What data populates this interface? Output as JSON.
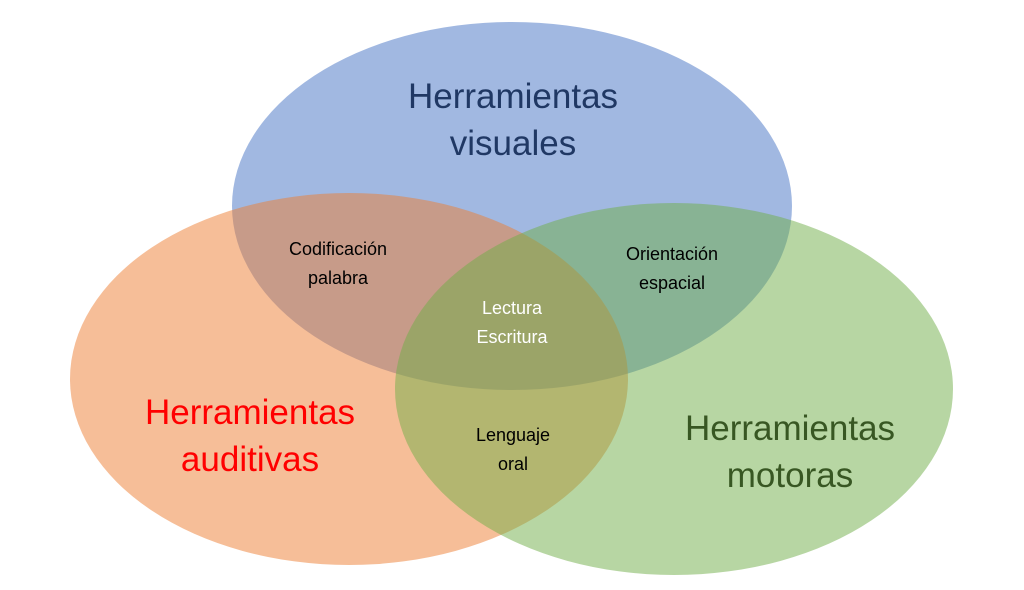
{
  "sets": [
    {
      "id": "visual",
      "label_line1": "Herramientas",
      "label_line2": "visuales",
      "fill": "#4472c4",
      "text_color": "#203864"
    },
    {
      "id": "auditiva",
      "label_line1": "Herramientas",
      "label_line2": "auditivas",
      "fill": "#ed7d31",
      "text_color": "#ff0000"
    },
    {
      "id": "motora",
      "label_line1": "Herramientas",
      "label_line2": "motoras",
      "fill": "#70ad47",
      "text_color": "#385723"
    }
  ],
  "intersections": {
    "visual_auditiva": {
      "line1": "Codificación",
      "line2": "palabra"
    },
    "visual_motora": {
      "line1": "Orientación",
      "line2": "espacial"
    },
    "auditiva_motora": {
      "line1": "Lenguaje",
      "line2": "oral"
    },
    "all": {
      "line1": "Lectura",
      "line2": "Escritura"
    }
  }
}
